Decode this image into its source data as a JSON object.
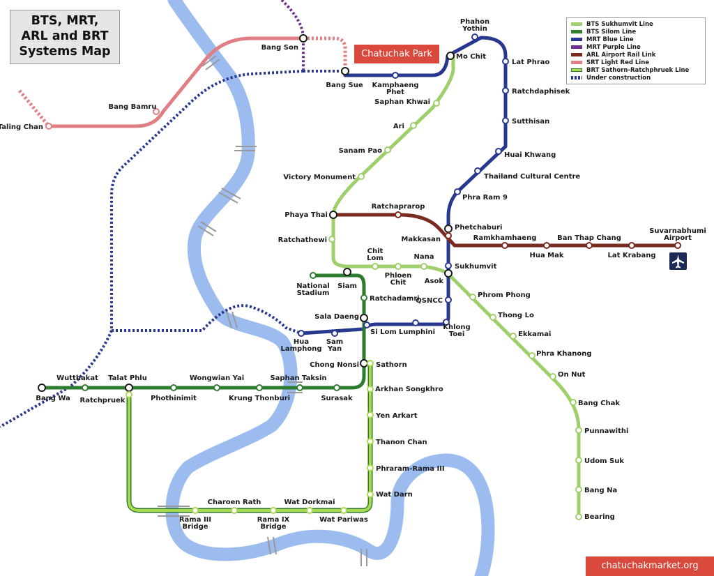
{
  "title": {
    "lines": [
      "BTS, MRT,",
      "ARL and BRT",
      "Systems Map"
    ]
  },
  "park_banner": "Chatuchak Park",
  "site_banner": "chatuchakmarket.org",
  "colors": {
    "sukhumvit": "#9fcf6b",
    "silom": "#2e7d2e",
    "blue": "#28388f",
    "purple": "#6d2e8f",
    "arl": "#7a2a1f",
    "srt": "#e07f83",
    "brt": "#a8d94e",
    "river": "#9cbcf0",
    "brt_casing": "#2e7d2e"
  },
  "legend": [
    {
      "label": "BTS Sukhumvit Line",
      "line": "sukhumvit"
    },
    {
      "label": "BTS Silom Line",
      "line": "silom"
    },
    {
      "label": "MRT Blue Line",
      "line": "blue"
    },
    {
      "label": "MRT Purple Line",
      "line": "purple"
    },
    {
      "label": "ARL Airport Rail Link",
      "line": "arl"
    },
    {
      "label": "SRT Light Red Line",
      "line": "srt"
    },
    {
      "label": "BRT Sathorn-Ratchphruek Line",
      "line": "brt"
    },
    {
      "label": "Under construction",
      "line": "construction"
    }
  ],
  "airport_icon": "airplane-icon",
  "stations": [
    {
      "name": "Bang Son",
      "lines": [
        "Bang Son"
      ]
    },
    {
      "name": "Bang Bamru",
      "lines": [
        "Bang Bamru"
      ]
    },
    {
      "name": "Taling Chan",
      "lines": [
        "Taling Chan"
      ]
    },
    {
      "name": "Bang Sue",
      "lines": [
        "Bang Sue"
      ]
    },
    {
      "name": "Kamphaeng Phet",
      "lines": [
        "Kamphaeng",
        "Phet"
      ]
    },
    {
      "name": "Mo Chit",
      "lines": [
        "Mo Chit"
      ]
    },
    {
      "name": "Phahon Yothin",
      "lines": [
        "Phahon",
        "Yothin"
      ]
    },
    {
      "name": "Lat Phrao",
      "lines": [
        "Lat Phrao"
      ]
    },
    {
      "name": "Ratchdaphisek",
      "lines": [
        "Ratchdaphisek"
      ]
    },
    {
      "name": "Sutthisan",
      "lines": [
        "Sutthisan"
      ]
    },
    {
      "name": "Huai Khwang",
      "lines": [
        "Huai Khwang"
      ]
    },
    {
      "name": "Thailand Cultural Centre",
      "lines": [
        "Thailand Cultural Centre"
      ]
    },
    {
      "name": "Phra Ram 9",
      "lines": [
        "Phra Ram 9"
      ]
    },
    {
      "name": "Phetchaburi",
      "lines": [
        "Phetchaburi"
      ]
    },
    {
      "name": "Makkasan",
      "lines": [
        "Makkasan"
      ]
    },
    {
      "name": "Ramkhamhaeng",
      "lines": [
        "Ramkhamhaeng"
      ]
    },
    {
      "name": "Hua Mak",
      "lines": [
        "Hua Mak"
      ]
    },
    {
      "name": "Ban Thap Chang",
      "lines": [
        "Ban Thap Chang"
      ]
    },
    {
      "name": "Lat Krabang",
      "lines": [
        "Lat Krabang"
      ]
    },
    {
      "name": "Suvarnabhumi Airport",
      "lines": [
        "Suvarnabhumi",
        "Airport"
      ]
    },
    {
      "name": "Saphan Khwai",
      "lines": [
        "Saphan Khwai"
      ]
    },
    {
      "name": "Ari",
      "lines": [
        "Ari"
      ]
    },
    {
      "name": "Sanam Pao",
      "lines": [
        "Sanam Pao"
      ]
    },
    {
      "name": "Victory Monument",
      "lines": [
        "Victory Monument"
      ]
    },
    {
      "name": "Phaya Thai",
      "lines": [
        "Phaya Thai"
      ]
    },
    {
      "name": "Ratchaprarop",
      "lines": [
        "Ratchaprarop"
      ]
    },
    {
      "name": "Ratchathewi",
      "lines": [
        "Ratchathewi"
      ]
    },
    {
      "name": "Chit Lom",
      "lines": [
        "Chit",
        "Lom"
      ]
    },
    {
      "name": "Nana",
      "lines": [
        "Nana"
      ]
    },
    {
      "name": "Phloen Chit",
      "lines": [
        "Phloen",
        "Chit"
      ]
    },
    {
      "name": "Asok",
      "lines": [
        "Asok"
      ]
    },
    {
      "name": "Sukhumvit",
      "lines": [
        "Sukhumvit"
      ]
    },
    {
      "name": "National Stadium",
      "lines": [
        "National",
        "Stadium"
      ]
    },
    {
      "name": "Siam",
      "lines": [
        "Siam"
      ]
    },
    {
      "name": "Ratchadamri",
      "lines": [
        "Ratchadamri"
      ]
    },
    {
      "name": "QSNCC",
      "lines": [
        "QSNCC"
      ]
    },
    {
      "name": "Phrom Phong",
      "lines": [
        "Phrom Phong"
      ]
    },
    {
      "name": "Thong Lo",
      "lines": [
        "Thong Lo"
      ]
    },
    {
      "name": "Ekkamai",
      "lines": [
        "Ekkamai"
      ]
    },
    {
      "name": "Phra Khanong",
      "lines": [
        "Phra Khanong"
      ]
    },
    {
      "name": "On Nut",
      "lines": [
        "On Nut"
      ]
    },
    {
      "name": "Bang Chak",
      "lines": [
        "Bang Chak"
      ]
    },
    {
      "name": "Punnawithi",
      "lines": [
        "Punnawithi"
      ]
    },
    {
      "name": "Udom Suk",
      "lines": [
        "Udom Suk"
      ]
    },
    {
      "name": "Bang Na",
      "lines": [
        "Bang Na"
      ]
    },
    {
      "name": "Bearing",
      "lines": [
        "Bearing"
      ]
    },
    {
      "name": "Sala Daeng",
      "lines": [
        "Sala Daeng"
      ]
    },
    {
      "name": "Si Lom",
      "lines": [
        "Si Lom"
      ]
    },
    {
      "name": "Lumphini",
      "lines": [
        "Lumphini"
      ]
    },
    {
      "name": "Khlong Toei",
      "lines": [
        "Khlong",
        "Toei"
      ]
    },
    {
      "name": "Hua Lamphong",
      "lines": [
        "Hua",
        "Lamphong"
      ]
    },
    {
      "name": "Sam Yan",
      "lines": [
        "Sam",
        "Yan"
      ]
    },
    {
      "name": "Chong Nonsi",
      "lines": [
        "Chong Nonsi"
      ]
    },
    {
      "name": "Sathorn",
      "lines": [
        "Sathorn"
      ]
    },
    {
      "name": "Arkhan Songkhro",
      "lines": [
        "Arkhan Songkhro"
      ]
    },
    {
      "name": "Yen Arkart",
      "lines": [
        "Yen Arkart"
      ]
    },
    {
      "name": "Thanon Chan",
      "lines": [
        "Thanon Chan"
      ]
    },
    {
      "name": "Phraram-Rama III",
      "lines": [
        "Phraram-Rama III"
      ]
    },
    {
      "name": "Wat Darn",
      "lines": [
        "Wat Darn"
      ]
    },
    {
      "name": "Wutthakat",
      "lines": [
        "Wutthakat"
      ]
    },
    {
      "name": "Talat Phlu",
      "lines": [
        "Talat Phlu"
      ]
    },
    {
      "name": "Bang Wa",
      "lines": [
        "Bang Wa"
      ]
    },
    {
      "name": "Ratchpruek",
      "lines": [
        "Ratchpruek"
      ]
    },
    {
      "name": "Phothinimit",
      "lines": [
        "Phothinimit"
      ]
    },
    {
      "name": "Wongwian Yai",
      "lines": [
        "Wongwian Yai"
      ]
    },
    {
      "name": "Krung Thonburi",
      "lines": [
        "Krung Thonburi"
      ]
    },
    {
      "name": "Saphan Taksin",
      "lines": [
        "Saphan Taksin"
      ]
    },
    {
      "name": "Surasak",
      "lines": [
        "Surasak"
      ]
    },
    {
      "name": "Charoen Rath",
      "lines": [
        "Charoen Rath"
      ]
    },
    {
      "name": "Wat Dorkmai",
      "lines": [
        "Wat Dorkmai"
      ]
    },
    {
      "name": "Rama III Bridge",
      "lines": [
        "Rama III",
        "Bridge"
      ]
    },
    {
      "name": "Rama IX Bridge",
      "lines": [
        "Rama IX",
        "Bridge"
      ]
    },
    {
      "name": "Wat Pariwas",
      "lines": [
        "Wat Pariwas"
      ]
    }
  ]
}
